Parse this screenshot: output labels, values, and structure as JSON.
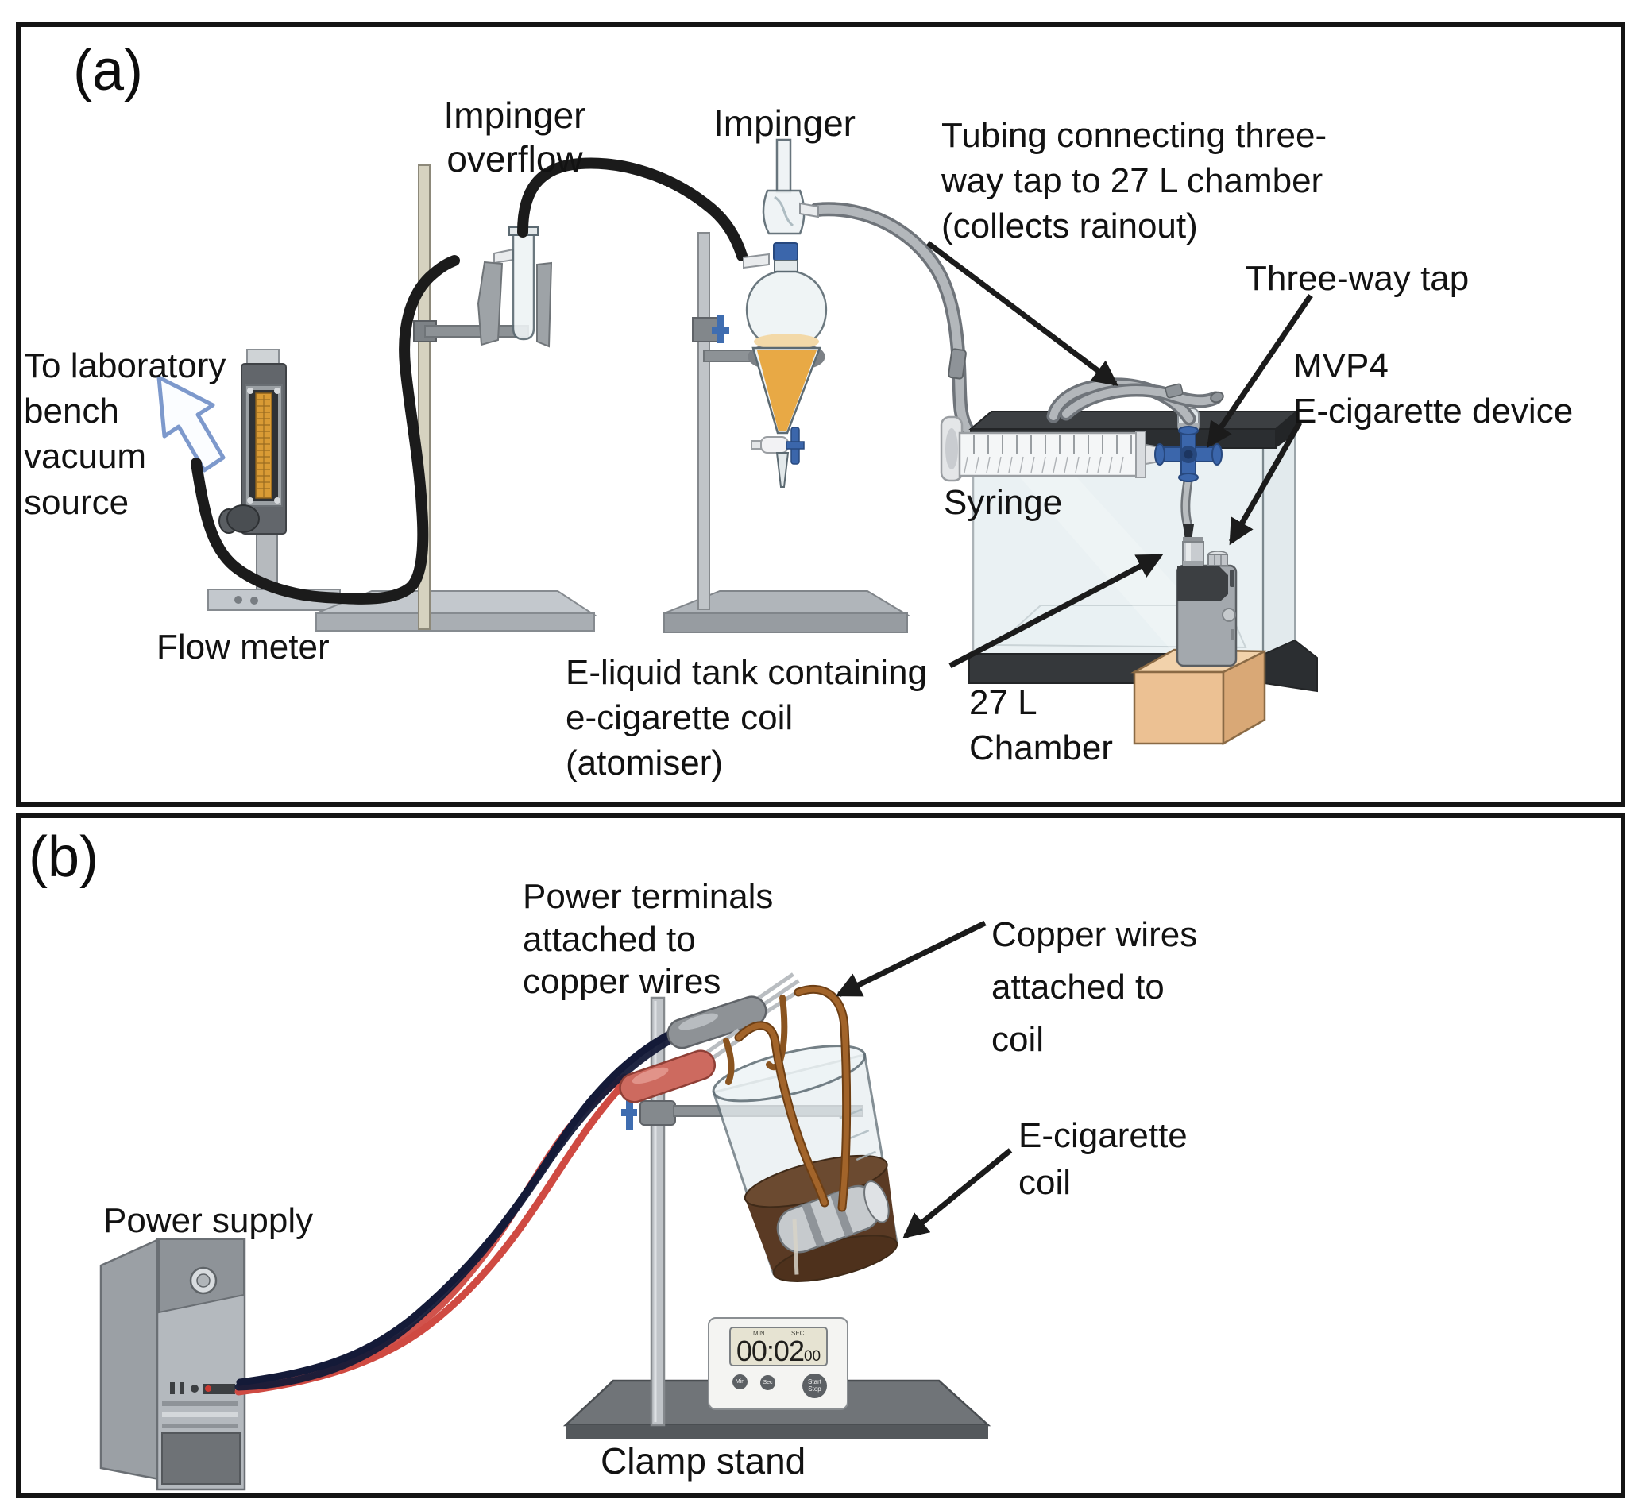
{
  "panel_a": {
    "letter": "(a)",
    "labels": {
      "vacuum": "To laboratory\nbench\nvacuum\nsource",
      "flow_meter": "Flow meter",
      "impinger_overflow": "Impinger\noverflow",
      "impinger": "Impinger",
      "tubing": "Tubing connecting three-\nway tap to 27 L chamber\n(collects rainout)",
      "three_way_tap": "Three-way tap",
      "mvp4": "MVP4\nE-cigarette device",
      "syringe": "Syringe",
      "eliquid": "E-liquid tank containing\ne-cigarette coil\n(atomiser)",
      "chamber": "27 L\nChamber"
    }
  },
  "panel_b": {
    "letter": "(b)",
    "labels": {
      "power_terminals": "Power terminals\nattached to\ncopper wires",
      "copper_wires": "Copper wires\nattached to\ncoil",
      "power_supply": "Power supply",
      "ecig_coil": "E-cigarette\n coil",
      "clamp_stand": "Clamp stand"
    },
    "timer": {
      "min_label": "MIN",
      "sec_label": "SEC",
      "time": "00:02",
      "subsec": "00",
      "btn_min": "Min",
      "btn_sec": "Sec",
      "btn_startstop": "Start\nStop"
    }
  },
  "colors": {
    "tube_black": "#1b1b1b",
    "tube_grey": "#a7abae",
    "glass": "#e9eff2",
    "liquid_orange": "#e8a945",
    "liquid_brown": "#5a3a24",
    "copper": "#a2642a",
    "wire_red": "#cf4a42",
    "wire_navy": "#141a38",
    "tap_blue": "#3b66ab",
    "frame_dark": "#35383b",
    "box_cardboard": "#ecc193",
    "cursor_blue": "#7d99cc"
  }
}
